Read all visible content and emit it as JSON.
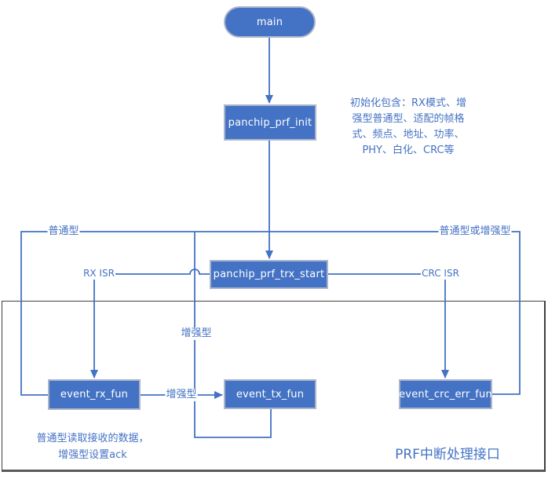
{
  "nodes": {
    "main": "main",
    "init": "panchip_prf_init",
    "trx_start": "panchip_prf_trx_start",
    "event_rx": "event_rx_fun",
    "event_tx": "event_tx_fun",
    "event_crc": "event_crc_err_fun"
  },
  "edge_labels": {
    "normal_left": "普通型",
    "normal_or_enhanced_right": "普通型或增强型",
    "rx_isr": "RX ISR",
    "crc_isr": "CRC ISR",
    "enhanced_mid": "增强型",
    "enhanced_rx_to_tx": "增强型"
  },
  "annotations": {
    "init_note": "初始化包含：RX模式、增\n强型普通型、适配的帧格\n式、频点、地址、功率、\nPHY、白化、CRC等",
    "rx_note": "普通型读取接收的数据，\n增强型设置ack"
  },
  "container": {
    "title": "PRF中断处理接口"
  },
  "colors": {
    "node_fill": "#4472C4",
    "node_border": "#ABB5C9",
    "line": "#4472C4",
    "label_text": "#4472C4",
    "container_border": "#3F3F3F"
  }
}
